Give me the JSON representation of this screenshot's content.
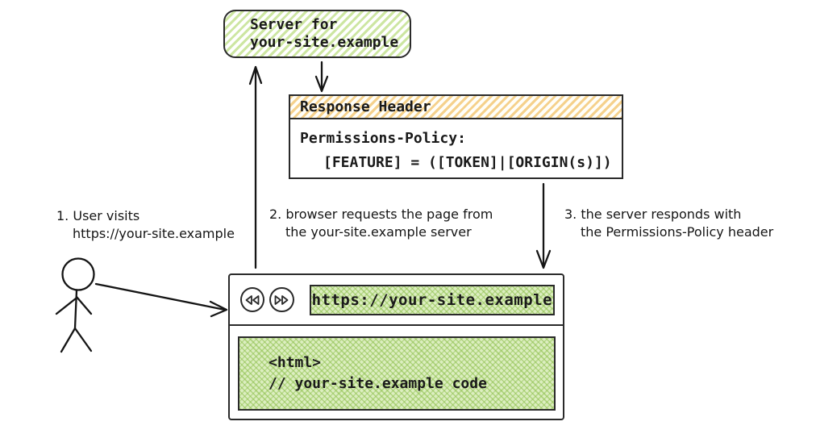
{
  "diagram": {
    "server_box": {
      "line1": "Server for",
      "line2": "your-site.example"
    },
    "response_header_box": {
      "title": "Response Header",
      "body_line1": "Permissions-Policy:",
      "body_line2": "[FEATURE] = ([TOKEN]|[ORIGIN(s)])"
    },
    "steps": [
      {
        "line1": "1. User visits",
        "line2": "https://your-site.example"
      },
      {
        "line1": "2. browser requests the page from",
        "line2": "the your-site.example server"
      },
      {
        "line1": "3. the server responds with",
        "line2": "the Permissions-Policy header"
      }
    ],
    "browser": {
      "url": "https://your-site.example",
      "back_icon": "rewind-icon",
      "forward_icon": "fast-forward-icon",
      "content_line1": "<html>",
      "content_line2": "// your-site.example code"
    },
    "colors": {
      "green_hatch": "#cde6a2",
      "orange_hatch": "#f5d18c",
      "green_crosshatch_line": "#8bbe4a",
      "ink": "#1a1a1a"
    }
  }
}
